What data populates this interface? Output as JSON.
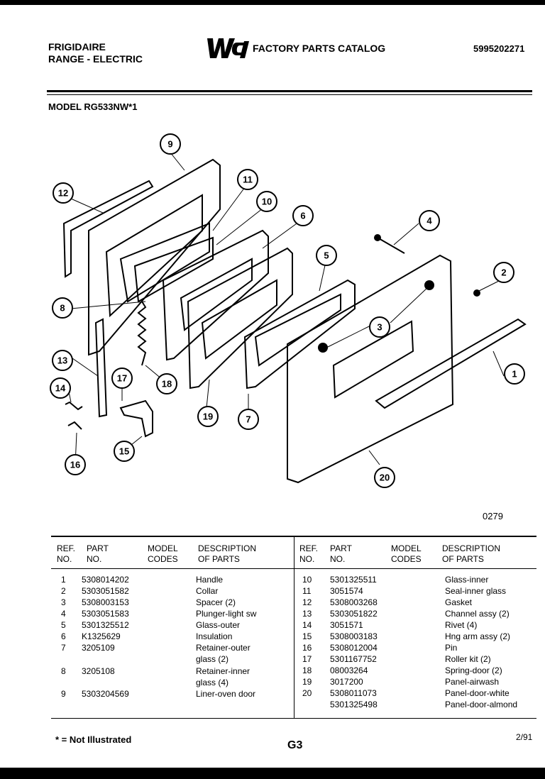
{
  "header": {
    "brand": "FRIGIDAIRE",
    "product": "RANGE - ELECTRIC",
    "logo": "WCI",
    "catalog_title": "FACTORY PARTS CATALOG",
    "catalog_number": "5995202271",
    "model": "MODEL RG533NW*1"
  },
  "diagram": {
    "figure_number": "0279",
    "callouts": [
      "1",
      "2",
      "3",
      "4",
      "5",
      "6",
      "7",
      "8",
      "9",
      "10",
      "11",
      "12",
      "13",
      "14",
      "15",
      "16",
      "17",
      "18",
      "19",
      "20"
    ]
  },
  "table": {
    "headers": {
      "ref": "REF.\nNO.",
      "part": "PART\nNO.",
      "codes": "MODEL\nCODES",
      "desc": "DESCRIPTION\nOF PARTS"
    },
    "left_rows": [
      {
        "ref": "1",
        "part": "5308014202",
        "desc": "Handle"
      },
      {
        "ref": "2",
        "part": "5303051582",
        "desc": "Collar"
      },
      {
        "ref": "3",
        "part": "5308003153",
        "desc": "Spacer (2)"
      },
      {
        "ref": "4",
        "part": "5303051583",
        "desc": "Plunger-light sw"
      },
      {
        "ref": "5",
        "part": "5301325512",
        "desc": "Glass-outer"
      },
      {
        "ref": "6",
        "part": "K1325629",
        "desc": "Insulation"
      },
      {
        "ref": "7",
        "part": "3205109",
        "desc": "Retainer-outer\nglass (2)"
      },
      {
        "ref": "8",
        "part": "3205108",
        "desc": "Retainer-inner\nglass (4)"
      },
      {
        "ref": "9",
        "part": "5303204569",
        "desc": "Liner-oven door"
      }
    ],
    "right_rows": [
      {
        "ref": "10",
        "part": "5301325511",
        "desc": "Glass-inner"
      },
      {
        "ref": "11",
        "part": "3051574",
        "desc": "Seal-inner glass"
      },
      {
        "ref": "12",
        "part": "5308003268",
        "desc": "Gasket"
      },
      {
        "ref": "13",
        "part": "5303051822",
        "desc": "Channel assy (2)"
      },
      {
        "ref": "14",
        "part": "3051571",
        "desc": "Rivet (4)"
      },
      {
        "ref": "15",
        "part": "5308003183",
        "desc": "Hng arm assy (2)"
      },
      {
        "ref": "16",
        "part": "5308012004",
        "desc": "Pin"
      },
      {
        "ref": "17",
        "part": "5301167752",
        "desc": "Roller kit (2)"
      },
      {
        "ref": "18",
        "part": "08003264",
        "desc": "Spring-door (2)"
      },
      {
        "ref": "19",
        "part": "3017200",
        "desc": "Panel-airwash"
      },
      {
        "ref": "20",
        "part": "5308011073\n5301325498",
        "desc": "Panel-door-white\nPanel-door-almond"
      }
    ]
  },
  "footer": {
    "note": "* = Not Illustrated",
    "page": "G3",
    "date": "2/91"
  }
}
